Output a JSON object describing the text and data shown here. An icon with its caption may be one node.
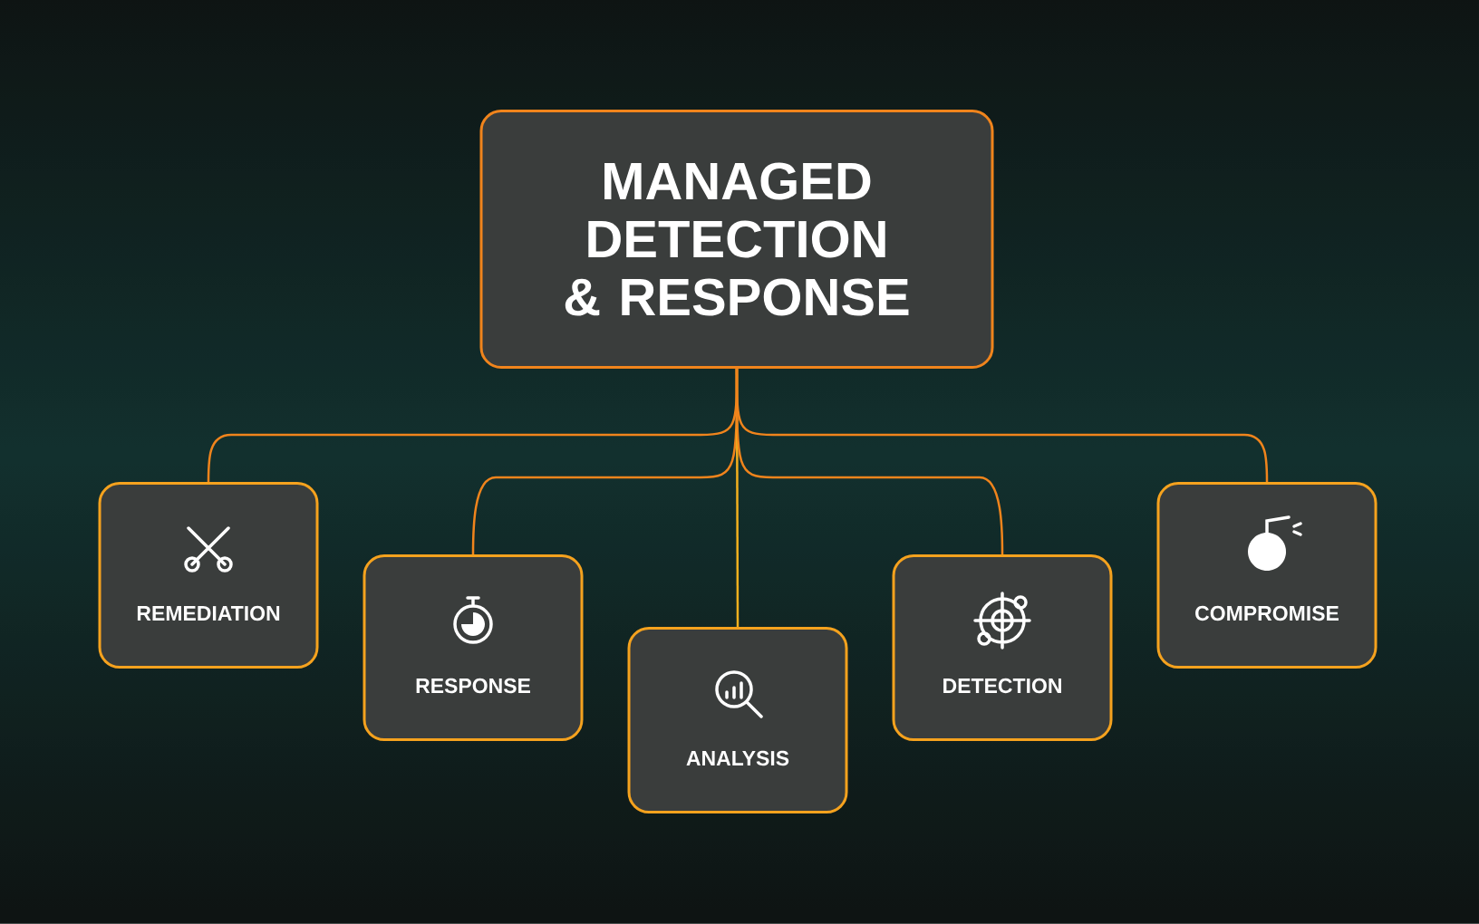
{
  "diagram": {
    "nodes": [
      {
        "text": [
          "MANAGED DETECTION & RESPONSE"
        ]
      },
      {
        "text": [
          "REMEDIATION"
        ]
      },
      {
        "text": [
          "RESPONSE"
        ]
      },
      {
        "text": [
          "ANALYSIS"
        ]
      },
      {
        "text": [
          "DETECTION"
        ]
      },
      {
        "text": [
          "COMPROMISE"
        ]
      }
    ],
    "edges": [
      {
        "from": 0,
        "to": 1,
        "arrow": "none"
      },
      {
        "from": 0,
        "to": 2,
        "arrow": "none"
      },
      {
        "from": 0,
        "to": 3,
        "arrow": "none",
        "color": "#f2b01e"
      },
      {
        "from": 0,
        "to": 4,
        "arrow": "none"
      },
      {
        "from": 0,
        "to": 5,
        "arrow": "none"
      }
    ]
  }
}
